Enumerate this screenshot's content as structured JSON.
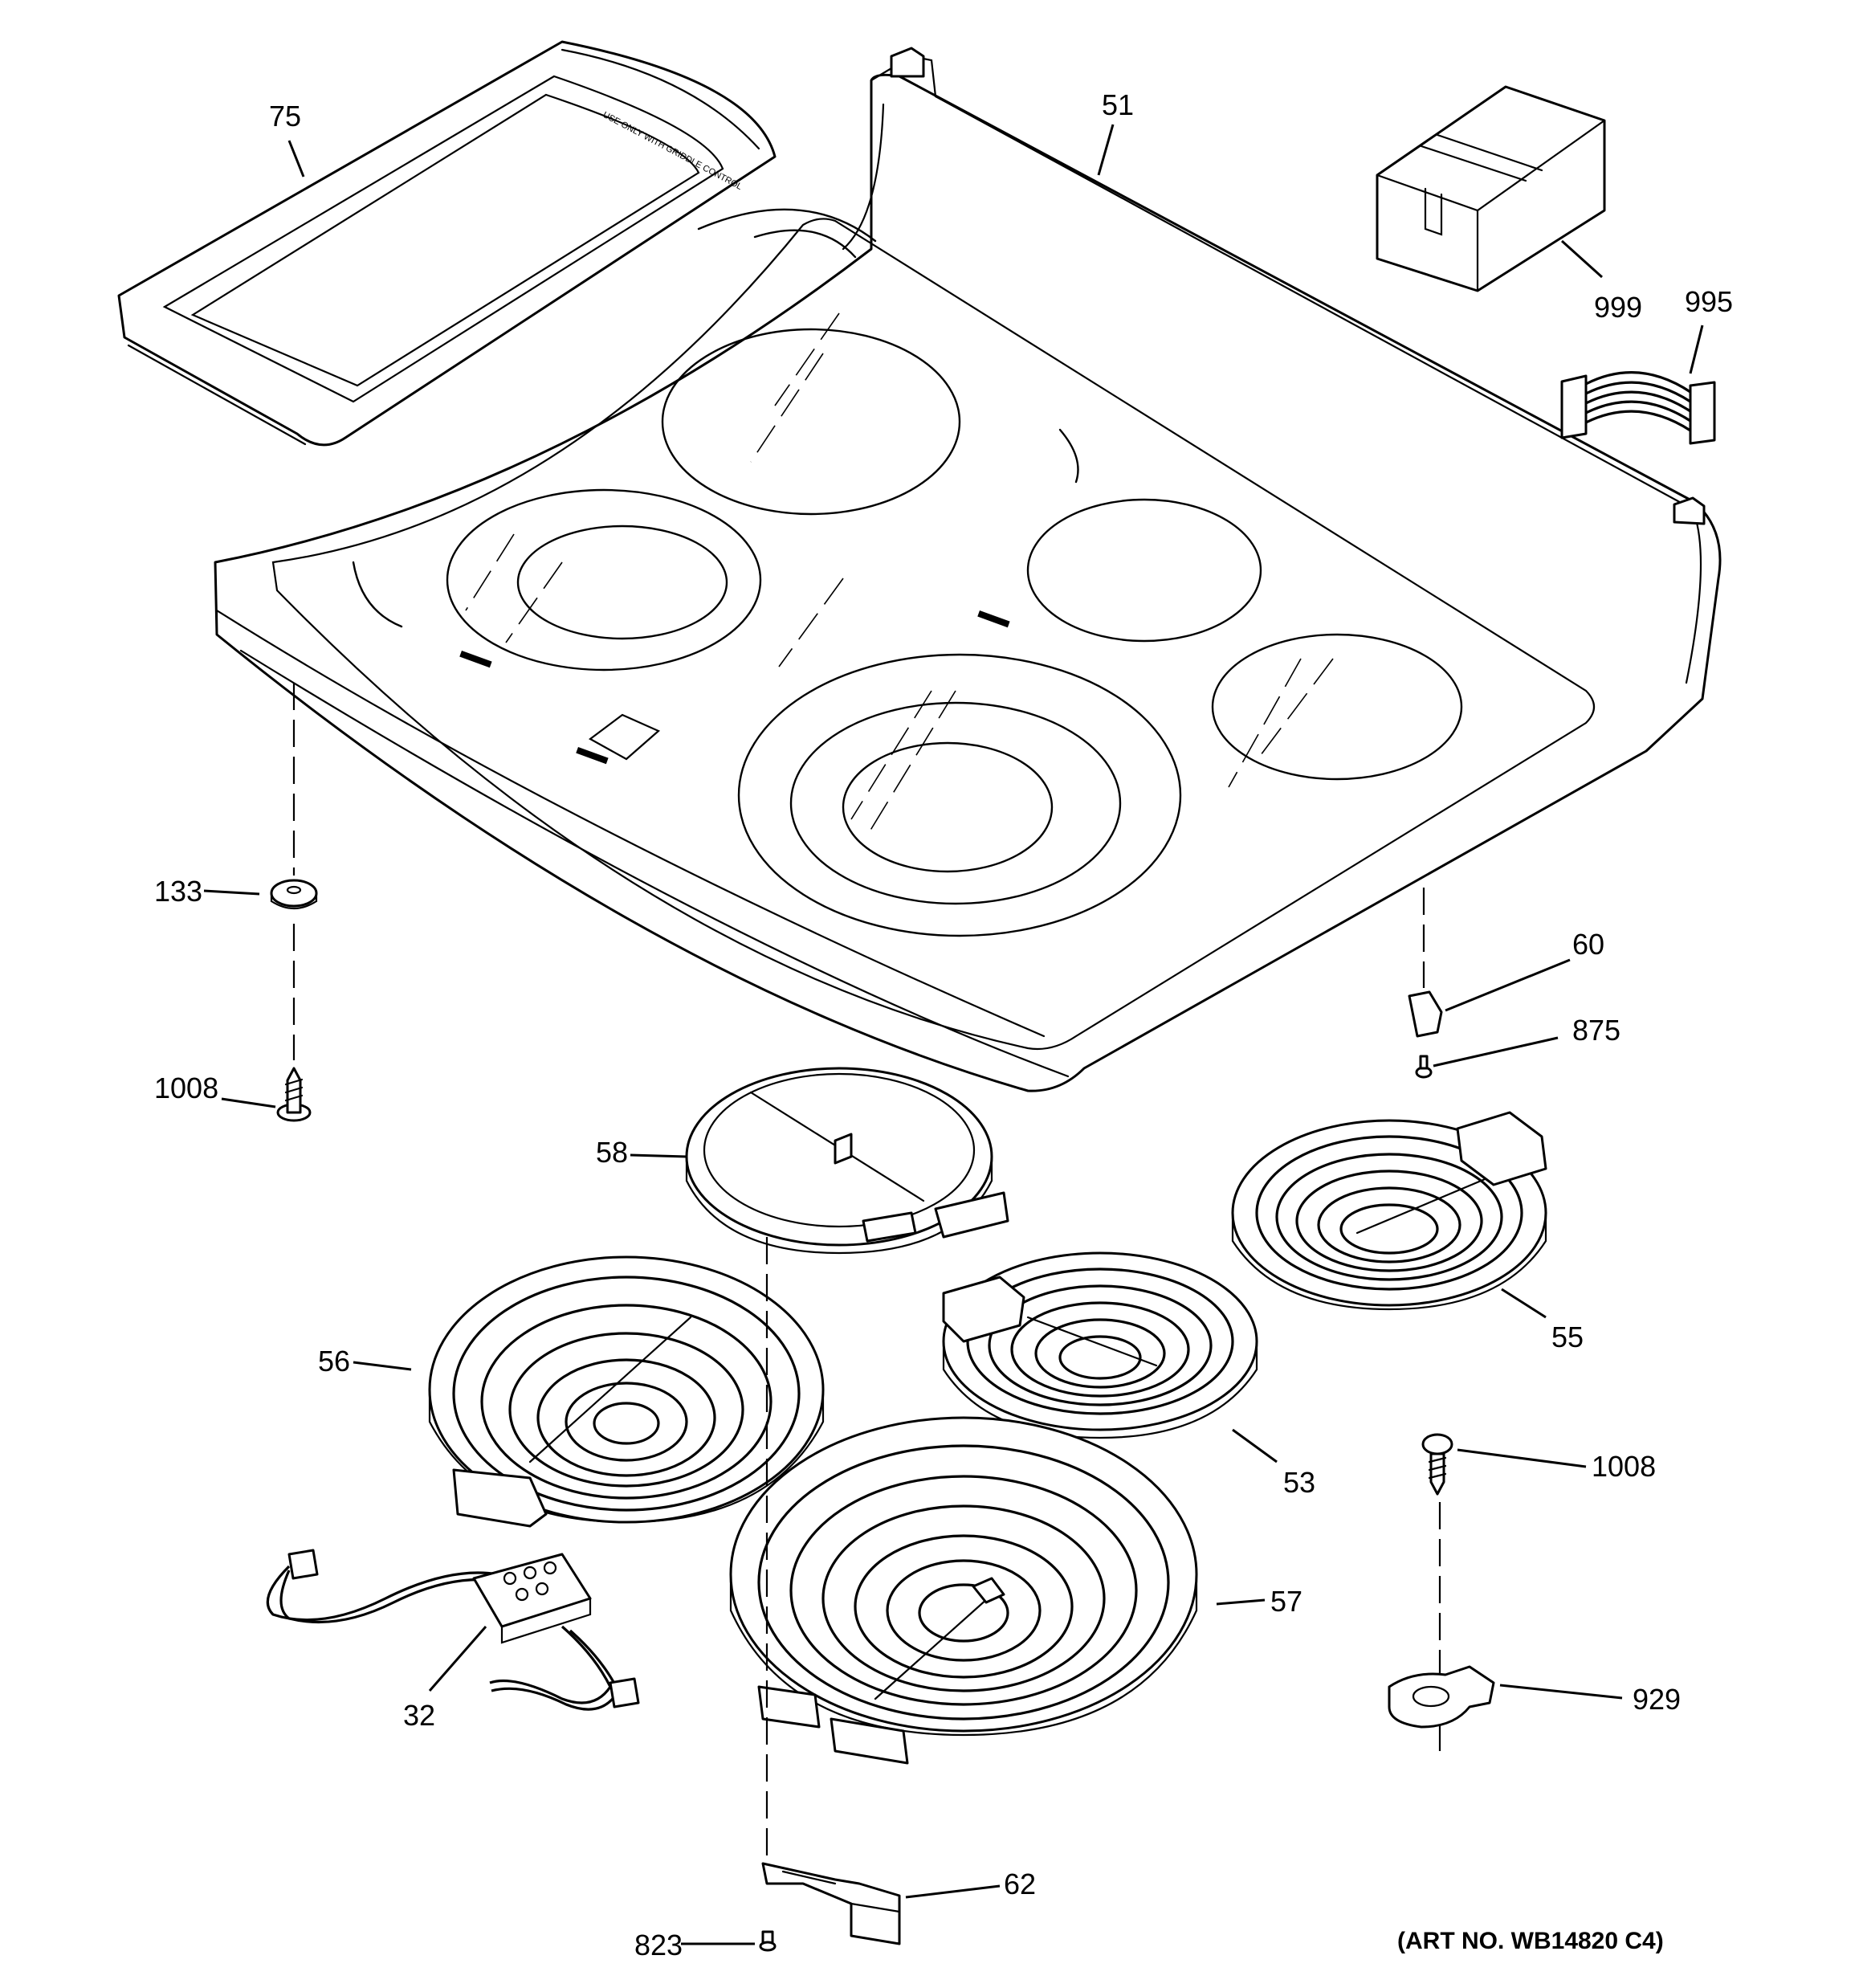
{
  "callouts": {
    "c75": "75",
    "c51": "51",
    "c999": "999",
    "c995": "995",
    "c133": "133",
    "c1008_left": "1008",
    "c60": "60",
    "c875": "875",
    "c58": "58",
    "c55": "55",
    "c56": "56",
    "c53": "53",
    "c1008_right": "1008",
    "c57": "57",
    "c32": "32",
    "c929": "929",
    "c62": "62",
    "c823": "823"
  },
  "art_number": "(ART NO. WB14820 C4)"
}
